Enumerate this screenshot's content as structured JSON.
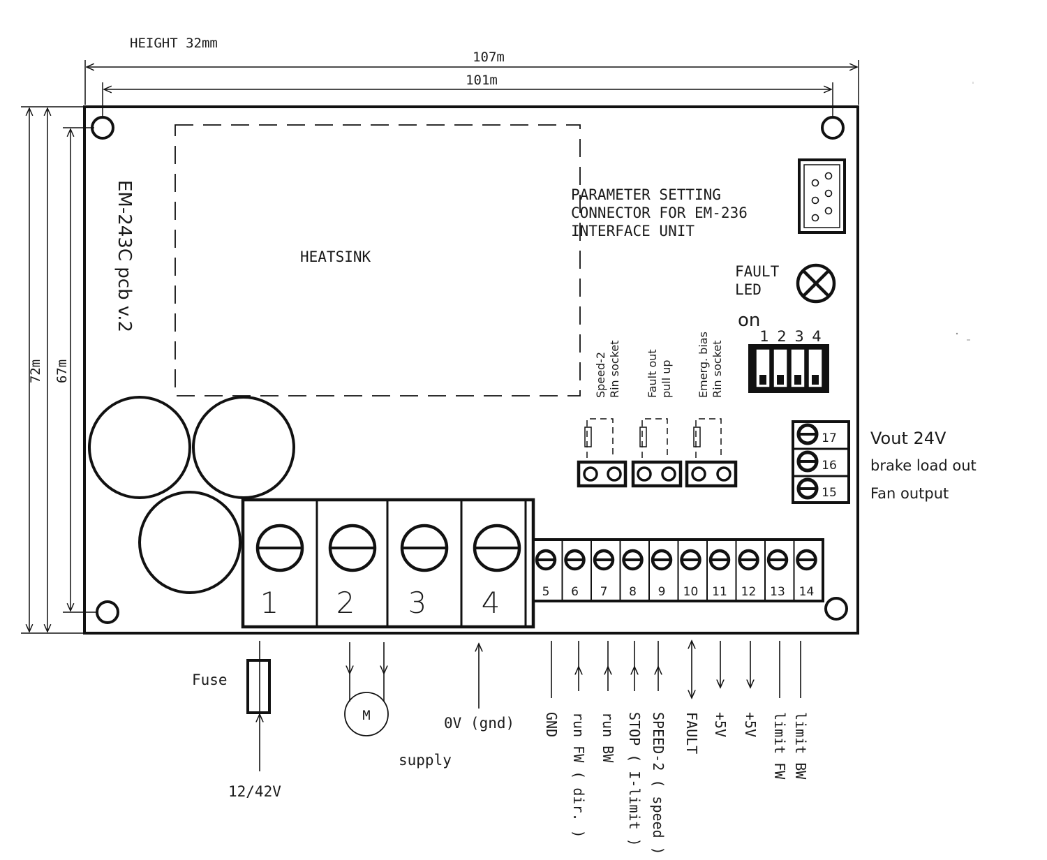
{
  "dimensions": {
    "height_label": "HEIGHT 32mm",
    "outer_width": "107m",
    "inner_width": "101m",
    "outer_height": "72m",
    "inner_height": "67m"
  },
  "board": {
    "name": "EM-243C pcb v.2",
    "heatsink_label": "HEATSINK",
    "connector_label": [
      "PARAMETER SETTING",
      "CONNECTOR FOR EM-236",
      "INTERFACE UNIT"
    ],
    "fault_led_label": [
      "FAULT",
      "LED"
    ],
    "dip_on_label": "on",
    "dip_numbers": [
      "1",
      "2",
      "3",
      "4"
    ],
    "jumpers": [
      {
        "line1": "Speed-2",
        "line2": "Rin socket"
      },
      {
        "line1": "Fault out",
        "line2": "pull up"
      },
      {
        "line1": "Emerg. bias",
        "line2": "Rin socket"
      }
    ],
    "big_terminals": [
      "1",
      "2",
      "3",
      "4"
    ],
    "small_terminals": [
      "5",
      "6",
      "7",
      "8",
      "9",
      "10",
      "11",
      "12",
      "13",
      "14"
    ],
    "side_terminals": [
      {
        "number": "17",
        "label": "Vout 24V"
      },
      {
        "number": "16",
        "label": "brake load out"
      },
      {
        "number": "15",
        "label": "Fan output"
      }
    ]
  },
  "wiring": {
    "fuse_label": "Fuse",
    "supply_voltage": "12/42V",
    "motor_symbol": "M",
    "ground_label": "0V (gnd)",
    "supply_label": "supply",
    "signals": [
      "GND",
      "run FW ( dir. )",
      "run BW",
      "STOP ( I-limit )",
      "SPEED-2 ( speed )",
      "FAULT",
      "+5V",
      "+5V",
      "limit FW",
      "limit BW"
    ]
  },
  "colors": {
    "ink": "#111111",
    "background": "#ffffff"
  }
}
